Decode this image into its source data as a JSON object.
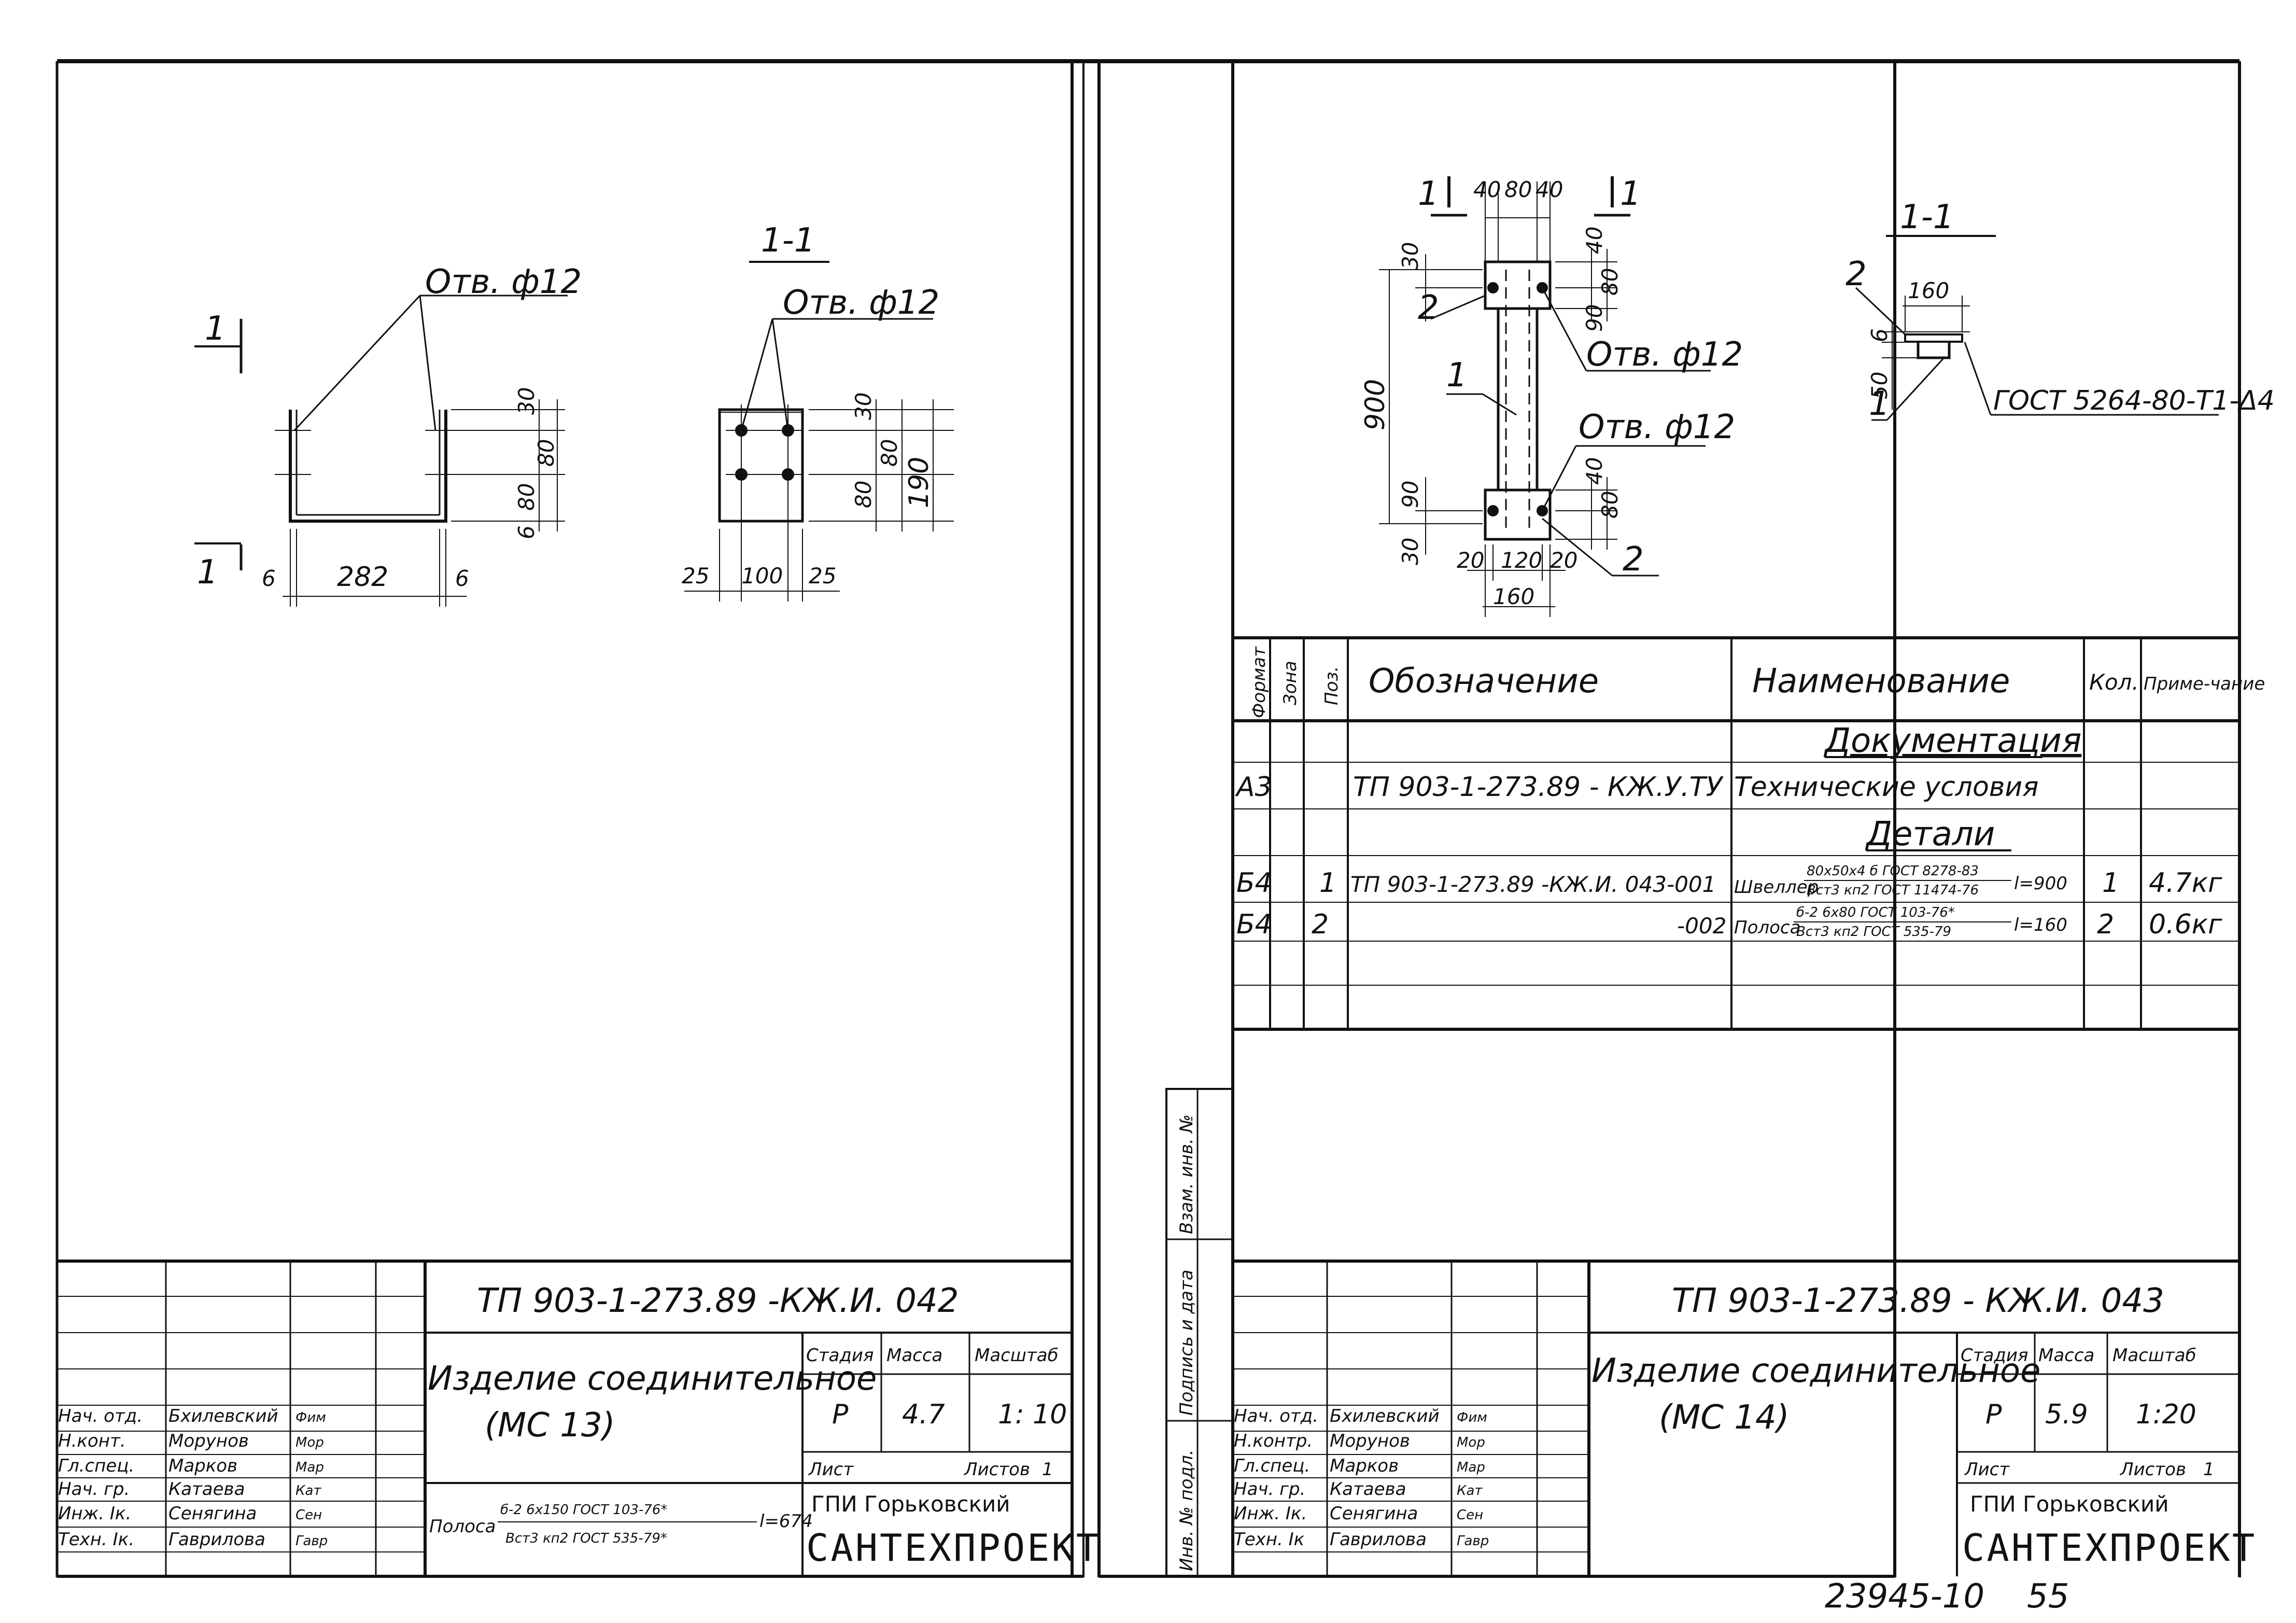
{
  "left_sheet": {
    "view_label": "1-1",
    "section_mark": "1",
    "hole_label_plan": "Отв. ф12",
    "hole_label_section": "Отв. ф12",
    "plan_dims": {
      "flange_left": "6",
      "width": "282",
      "flange_right": "6",
      "d30": "30",
      "d80a": "80",
      "d80b": "80",
      "d6": "6"
    },
    "section_dims": {
      "left": "25",
      "mid": "100",
      "right": "25",
      "d30": "30",
      "d80a": "80",
      "d80b": "80",
      "d190": "190"
    },
    "title_block": {
      "designation": "ТП 903-1-273.89 -КЖ.И. 042",
      "name_line1": "Изделие соединительное",
      "name_line2": "(МС 13)",
      "stage_header": "Стадия",
      "mass_header": "Масса",
      "scale_header": "Масштаб",
      "stage": "Р",
      "mass": "4.7",
      "scale": "1: 10",
      "sheet_label": "Лист",
      "sheets_label": "Листов",
      "sheets_count": "1",
      "material_prefix": "Полоса",
      "material_top": "б-2 6x150 ГОСТ 103-76*",
      "material_bottom": "Вст3 кп2 ГОСТ 535-79*",
      "length": "l=674",
      "org_line1": "ГПИ Горьковский",
      "org_line2": "САНТЕХПРОЕКТ",
      "staff": [
        {
          "role": "Нач. отд.",
          "name": "Бхилевский",
          "sign": "Фим"
        },
        {
          "role": "Н.конт.",
          "name": "Морунов",
          "sign": "Мор"
        },
        {
          "role": "Гл.спец.",
          "name": "Марков",
          "sign": "Мар"
        },
        {
          "role": "Нач. гр.",
          "name": "Катаева",
          "sign": "Кат"
        },
        {
          "role": "Инж. Iк.",
          "name": "Сенягина",
          "sign": "Сен"
        },
        {
          "role": "Техн. Iк.",
          "name": "Гаврилова",
          "sign": "Гавр"
        }
      ]
    }
  },
  "side_stamp": {
    "cell1": "Взам. инв. №",
    "cell2": "Подпись и дата",
    "cell3": "Инв. № подл."
  },
  "right_sheet": {
    "view_label": "1-1",
    "section_mark": "1",
    "hole_label_top": "Отв. ф12",
    "hole_label_bottom": "Отв. ф12",
    "weld_label": "ГОСТ 5264-80-Т1-Δ4",
    "pos1": "1",
    "pos2": "2",
    "dims": {
      "t40a": "40",
      "t80": "80",
      "t40b": "40",
      "h900": "900",
      "h30a": "30",
      "h90a": "90",
      "h30b": "30",
      "h90b": "90",
      "r80a": "80",
      "r40a": "40",
      "r80b": "80",
      "r40b": "40",
      "b20": "20",
      "b120": "120",
      "b20b": "20",
      "b160": "160"
    },
    "section_dims": {
      "w160": "160",
      "h6": "6",
      "h50": "50"
    },
    "spec": {
      "headers": {
        "format": "Формат",
        "zone": "Зона",
        "pos": "Поз.",
        "designation": "Обозначение",
        "name": "Наименование",
        "qty": "Кол.",
        "note": "Приме-чание"
      },
      "section_docs": "Документация",
      "section_parts": "Детали",
      "doc_row": {
        "format": "А3",
        "designation": "ТП 903-1-273.89 - КЖ.У.ТУ",
        "name": "Технические условия"
      },
      "rows": [
        {
          "format": "Б4",
          "pos": "1",
          "designation": "ТП 903-1-273.89 -КЖ.И. 043-001",
          "name_prefix": "Швеллер",
          "name_top": "80x50x4 б ГОСТ 8278-83",
          "name_bottom": "Вст3 кп2 ГОСТ 11474-76",
          "length": "l=900",
          "qty": "1",
          "note": "4.7кг"
        },
        {
          "format": "Б4",
          "pos": "2",
          "designation": "-002",
          "name_prefix": "Полоса",
          "name_top": "б-2 6x80 ГОСТ 103-76*",
          "name_bottom": "Вст3 кп2 ГОСТ 535-79",
          "length": "l=160",
          "qty": "2",
          "note": "0.6кг"
        }
      ]
    },
    "title_block": {
      "designation": "ТП 903-1-273.89 - КЖ.И. 043",
      "name_line1": "Изделие соединительное",
      "name_line2": "(МС 14)",
      "stage_header": "Стадия",
      "mass_header": "Масса",
      "scale_header": "Масштаб",
      "stage": "Р",
      "mass": "5.9",
      "scale": "1:20",
      "sheet_label": "Лист",
      "sheets_label": "Листов",
      "sheets_count": "1",
      "org_line1": "ГПИ Горьковский",
      "org_line2": "САНТЕХПРОЕКТ",
      "staff": [
        {
          "role": "Нач. отд.",
          "name": "Бхилевский",
          "sign": "Фим"
        },
        {
          "role": "Н.контр.",
          "name": "Морунов",
          "sign": "Мор"
        },
        {
          "role": "Гл.спец.",
          "name": "Марков",
          "sign": "Мар"
        },
        {
          "role": "Нач. гр.",
          "name": "Катаева",
          "sign": "Кат"
        },
        {
          "role": "Инж. Iк.",
          "name": "Сенягина",
          "sign": "Сен"
        },
        {
          "role": "Техн. Iк",
          "name": "Гаврилова",
          "sign": "Гавр"
        }
      ]
    }
  },
  "footer_number": "23945-10",
  "footer_page": "55"
}
